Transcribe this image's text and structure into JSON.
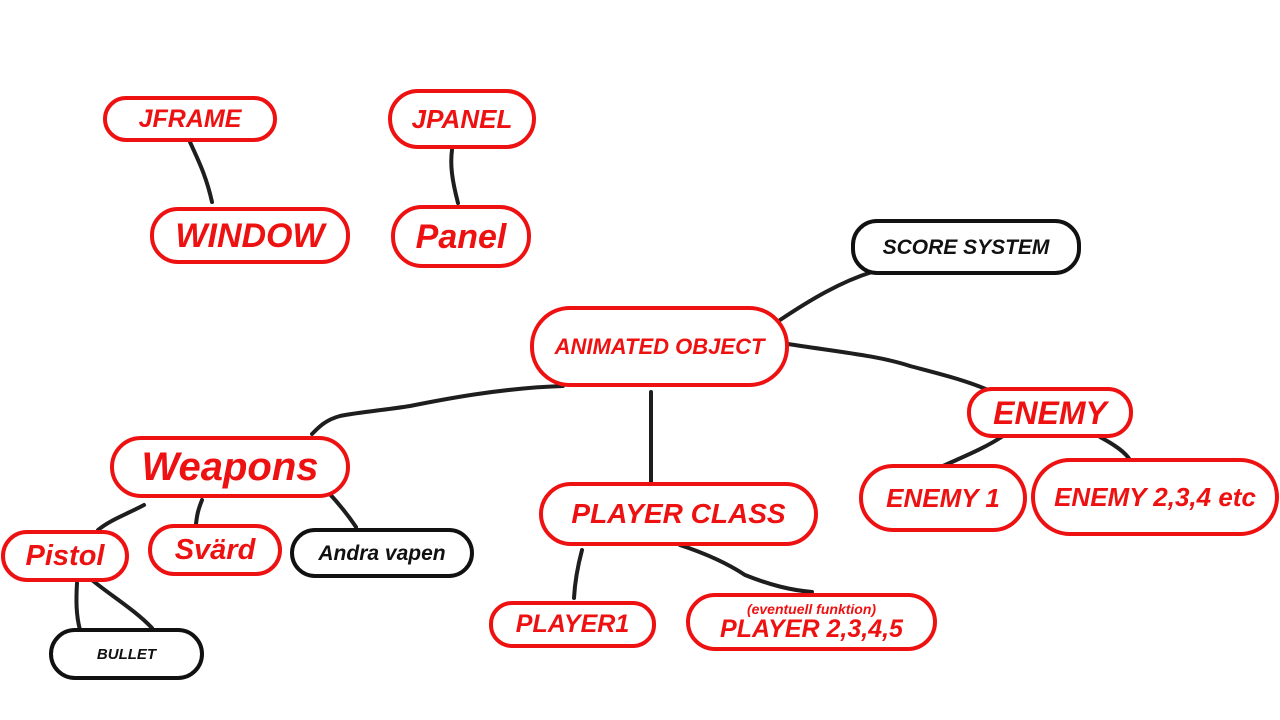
{
  "colors": {
    "accent_red": "#ee1111",
    "line_black": "#1e1e1e",
    "text_black": "#111111"
  },
  "nodes": {
    "jframe": "JFRAME",
    "window": "WINDOW",
    "jpanel": "JPANEL",
    "panel": "Panel",
    "score_system": "SCORE SYSTEM",
    "animated_object": "ANIMATED OBJECT",
    "enemy": "ENEMY",
    "enemy1": "ENEMY 1",
    "enemy_multi": "ENEMY 2,3,4 etc",
    "weapons": "Weapons",
    "pistol": "Pistol",
    "svard": "Svärd",
    "andra_vapen": "Andra vapen",
    "bullet": "BULLET",
    "player_class": "PLAYER CLASS",
    "player1": "PLAYER1",
    "player_multi_note": "(eventuell funktion)",
    "player_multi": "PLAYER 2,3,4,5"
  }
}
